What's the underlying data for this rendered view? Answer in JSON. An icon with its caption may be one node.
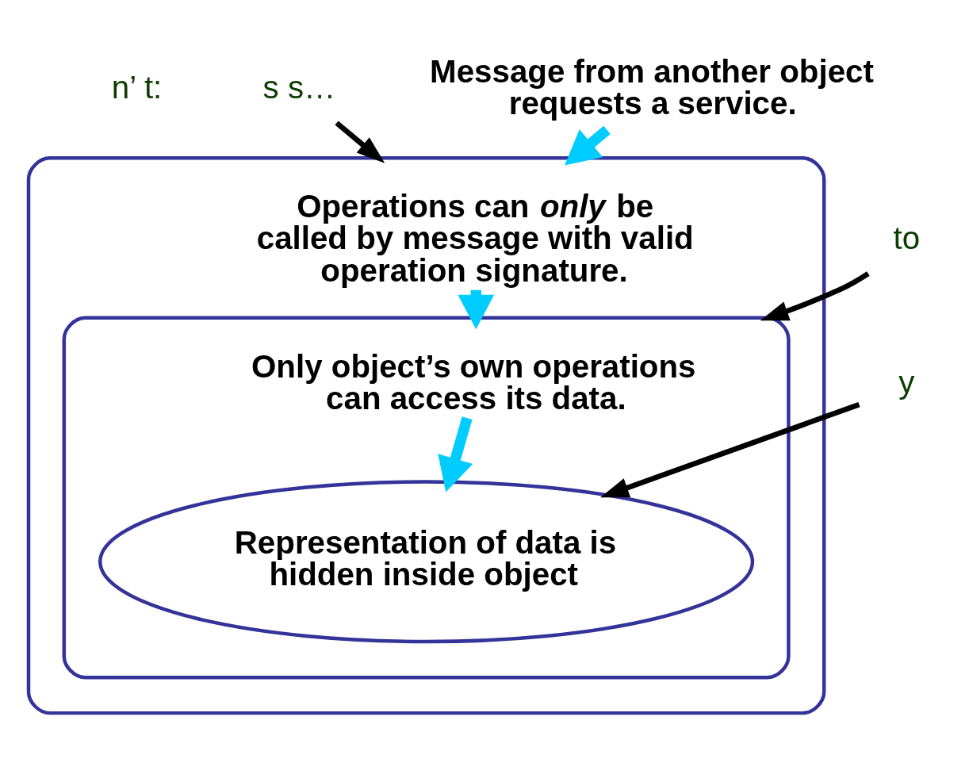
{
  "diagram": {
    "nodes": [
      {
        "text": [
          "Message from another object requests a service."
        ]
      },
      {
        "text": [
          "Operations can *only* be called by message with valid operation signature."
        ]
      },
      {
        "text": [
          "Only object’s own operations can access its data."
        ],
        "in": 1
      },
      {
        "text": [
          "Representation of data is hidden inside object"
        ],
        "in": 2
      },
      {
        "text": [
          "s s…"
        ]
      },
      {
        "text": [
          "to"
        ]
      },
      {
        "text": [
          "y"
        ]
      }
    ],
    "edges": [
      {
        "from": 0,
        "to": 1,
        "arrow": "to",
        "style": "thick",
        "color": "#00ccff"
      },
      {
        "from": 1,
        "to": 2,
        "arrow": "to",
        "style": "thick",
        "color": "#00ccff"
      },
      {
        "from": 2,
        "to": 3,
        "arrow": "to",
        "style": "thick",
        "color": "#00ccff"
      },
      {
        "from": 4,
        "to": 1,
        "arrow": "to",
        "color": "#000000"
      },
      {
        "from": 5,
        "to": 2,
        "arrow": "to",
        "color": "#000000"
      },
      {
        "from": 6,
        "to": 3,
        "arrow": "to",
        "color": "#000000"
      }
    ],
    "labels": [
      "n’ t:"
    ]
  }
}
